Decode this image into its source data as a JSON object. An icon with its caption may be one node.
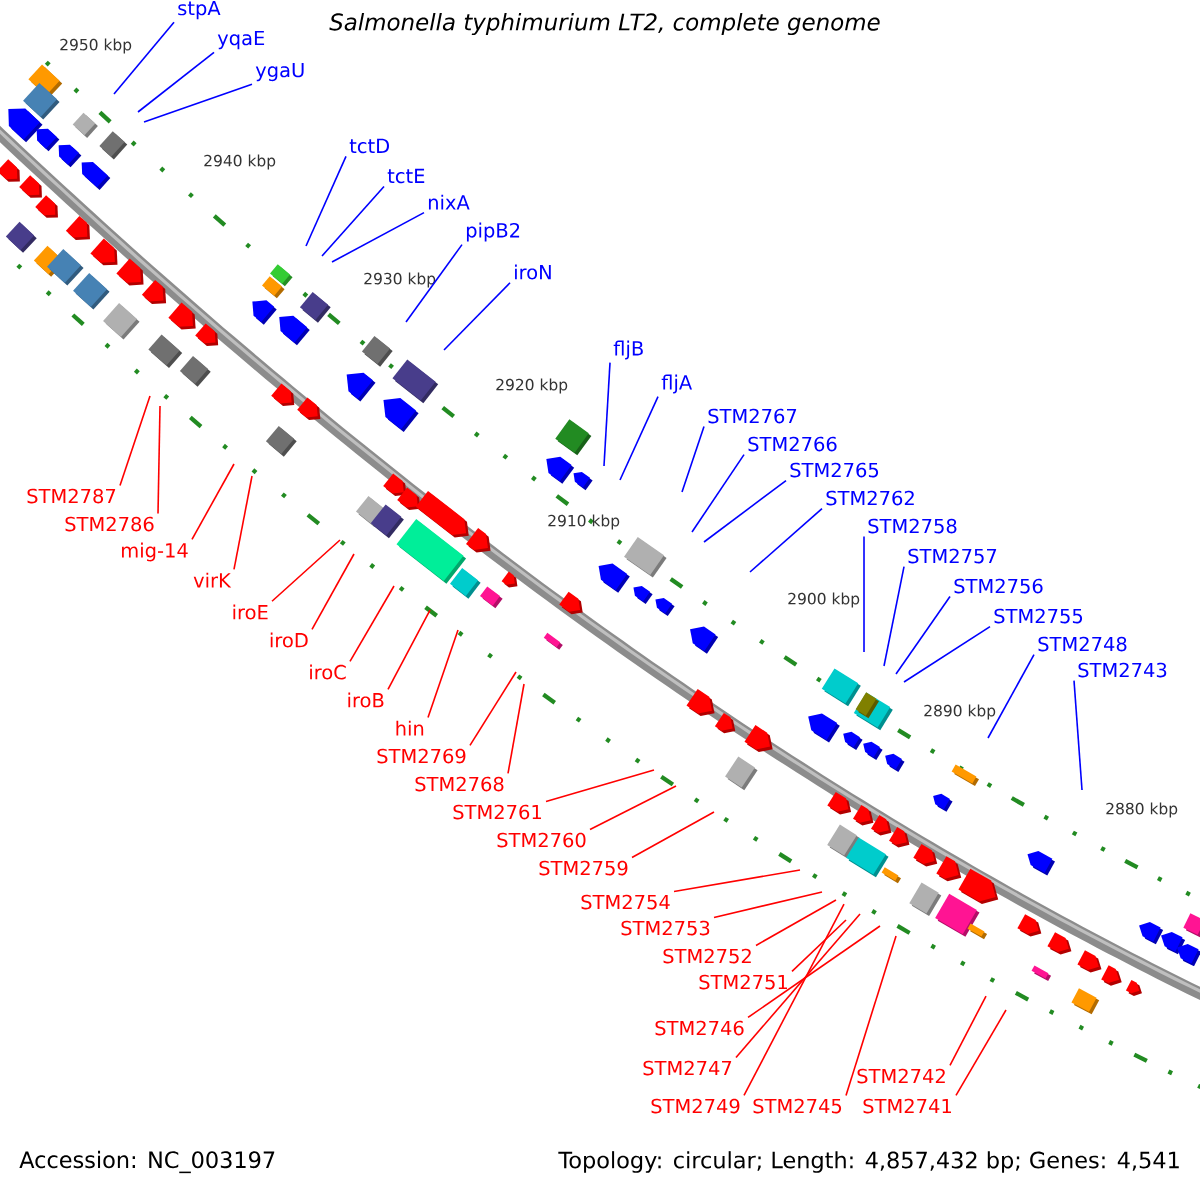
{
  "diagram": {
    "title": "Salmonella typhimurium LT2, complete genome",
    "nodes": [
      {
        "text": [
          "stpA"
        ]
      },
      {
        "text": [
          "yqaE"
        ]
      },
      {
        "text": [
          "ygaU"
        ]
      },
      {
        "text": [
          "tctD"
        ]
      },
      {
        "text": [
          "tctE"
        ]
      },
      {
        "text": [
          "nixA"
        ]
      },
      {
        "text": [
          "pipB2"
        ]
      },
      {
        "text": [
          "iroN"
        ]
      },
      {
        "text": [
          "fljB"
        ]
      },
      {
        "text": [
          "fljA"
        ]
      },
      {
        "text": [
          "STM2767"
        ]
      },
      {
        "text": [
          "STM2766"
        ]
      },
      {
        "text": [
          "STM2765"
        ]
      },
      {
        "text": [
          "STM2762"
        ]
      },
      {
        "text": [
          "STM2758"
        ]
      },
      {
        "text": [
          "STM2757"
        ]
      },
      {
        "text": [
          "STM2756"
        ]
      },
      {
        "text": [
          "STM2755"
        ]
      },
      {
        "text": [
          "STM2748"
        ]
      },
      {
        "text": [
          "STM2743"
        ]
      },
      {
        "text": [
          "STM2787"
        ]
      },
      {
        "text": [
          "STM2786"
        ]
      },
      {
        "text": [
          "mig-14"
        ]
      },
      {
        "text": [
          "virK"
        ]
      },
      {
        "text": [
          "iroE"
        ]
      },
      {
        "text": [
          "iroD"
        ]
      },
      {
        "text": [
          "iroC"
        ]
      },
      {
        "text": [
          "iroB"
        ]
      },
      {
        "text": [
          "hin"
        ]
      },
      {
        "text": [
          "STM2769"
        ]
      },
      {
        "text": [
          "STM2768"
        ]
      },
      {
        "text": [
          "STM2761"
        ]
      },
      {
        "text": [
          "STM2760"
        ]
      },
      {
        "text": [
          "STM2759"
        ]
      },
      {
        "text": [
          "STM2754"
        ]
      },
      {
        "text": [
          "STM2753"
        ]
      },
      {
        "text": [
          "STM2752"
        ]
      },
      {
        "text": [
          "STM2751"
        ]
      },
      {
        "text": [
          "STM2746"
        ]
      },
      {
        "text": [
          "STM2747"
        ]
      },
      {
        "text": [
          "STM2742"
        ]
      },
      {
        "text": [
          "STM2749"
        ]
      },
      {
        "text": [
          "STM2745"
        ]
      },
      {
        "text": [
          "STM2741"
        ]
      }
    ],
    "edges": [
      {
        "from": 0,
        "to": null,
        "arrow": "none",
        "color": "#0000ff"
      },
      {
        "from": 1,
        "to": null,
        "arrow": "none",
        "color": "#0000ff"
      },
      {
        "from": 2,
        "to": null,
        "arrow": "none",
        "color": "#0000ff"
      },
      {
        "from": 3,
        "to": null,
        "arrow": "none",
        "color": "#0000ff"
      },
      {
        "from": 4,
        "to": null,
        "arrow": "none",
        "color": "#0000ff"
      },
      {
        "from": 5,
        "to": null,
        "arrow": "none",
        "color": "#0000ff"
      },
      {
        "from": 6,
        "to": null,
        "arrow": "none",
        "color": "#0000ff"
      },
      {
        "from": 7,
        "to": null,
        "arrow": "none",
        "color": "#0000ff"
      },
      {
        "from": 8,
        "to": null,
        "arrow": "none",
        "color": "#0000ff"
      },
      {
        "from": 9,
        "to": null,
        "arrow": "none",
        "color": "#0000ff"
      },
      {
        "from": 10,
        "to": null,
        "arrow": "none",
        "color": "#0000ff"
      },
      {
        "from": 11,
        "to": null,
        "arrow": "none",
        "color": "#0000ff"
      },
      {
        "from": 12,
        "to": null,
        "arrow": "none",
        "color": "#0000ff"
      },
      {
        "from": 13,
        "to": null,
        "arrow": "none",
        "color": "#0000ff"
      },
      {
        "from": 14,
        "to": null,
        "arrow": "none",
        "color": "#0000ff"
      },
      {
        "from": 15,
        "to": null,
        "arrow": "none",
        "color": "#0000ff"
      },
      {
        "from": 16,
        "to": null,
        "arrow": "none",
        "color": "#0000ff"
      },
      {
        "from": 17,
        "to": null,
        "arrow": "none",
        "color": "#0000ff"
      },
      {
        "from": 18,
        "to": null,
        "arrow": "none",
        "color": "#0000ff"
      },
      {
        "from": 19,
        "to": null,
        "arrow": "none",
        "color": "#0000ff"
      },
      {
        "from": 20,
        "to": null,
        "arrow": "none"
      },
      {
        "from": 21,
        "to": null,
        "arrow": "none"
      },
      {
        "from": 22,
        "to": null,
        "arrow": "none"
      },
      {
        "from": 23,
        "to": null,
        "arrow": "none"
      },
      {
        "from": 24,
        "to": null,
        "arrow": "none"
      },
      {
        "from": 25,
        "to": null,
        "arrow": "none"
      },
      {
        "from": 26,
        "to": null,
        "arrow": "none"
      },
      {
        "from": 27,
        "to": null,
        "arrow": "none"
      },
      {
        "from": 28,
        "to": null,
        "arrow": "none"
      },
      {
        "from": 29,
        "to": null,
        "arrow": "none"
      },
      {
        "from": 30,
        "to": null,
        "arrow": "none"
      },
      {
        "from": 31,
        "to": null,
        "arrow": "none"
      },
      {
        "from": 32,
        "to": null,
        "arrow": "none"
      },
      {
        "from": 33,
        "to": null,
        "arrow": "none"
      },
      {
        "from": 34,
        "to": null,
        "arrow": "none"
      },
      {
        "from": 35,
        "to": null,
        "arrow": "none"
      },
      {
        "from": 36,
        "to": null,
        "arrow": "none"
      },
      {
        "from": 37,
        "to": null,
        "arrow": "none"
      },
      {
        "from": 38,
        "to": null,
        "arrow": "none"
      },
      {
        "from": 39,
        "to": null,
        "arrow": "none"
      },
      {
        "from": 40,
        "to": null,
        "arrow": "none"
      },
      {
        "from": 41,
        "to": null,
        "arrow": "none"
      },
      {
        "from": 42,
        "to": null,
        "arrow": "none"
      },
      {
        "from": 43,
        "to": null,
        "arrow": "none"
      }
    ],
    "labels": [
      "2950 kbp",
      "2940 kbp",
      "2930 kbp",
      "2920 kbp",
      "2910 kbp",
      "2900 kbp",
      "2890 kbp",
      "2880 kbp",
      "Accession: NC_003197",
      "Topology: circular; Length: 4,857,432 bp; Genes: 4,541"
    ]
  }
}
